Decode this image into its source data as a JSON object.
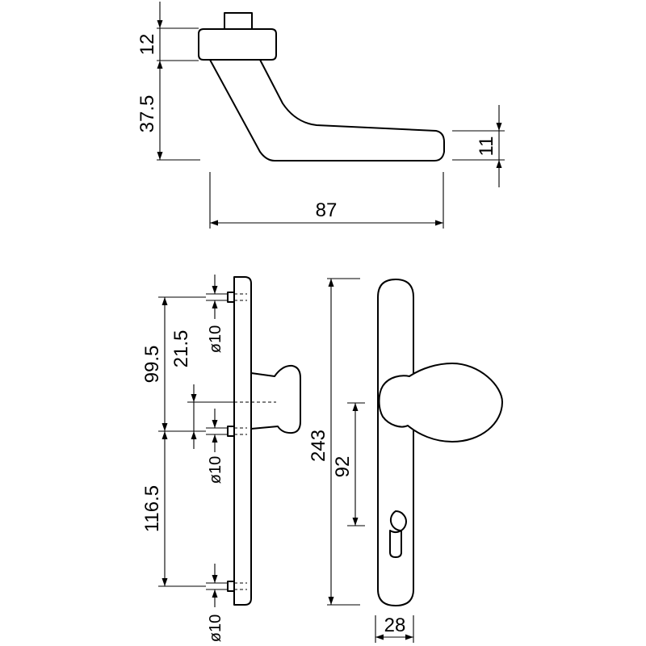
{
  "dimensions": {
    "rose_height": "12",
    "lever_height": "37.5",
    "lever_end_height": "11",
    "lever_length": "87",
    "hole_spacing_top": "99.5",
    "spindle_offset": "21.5",
    "hole_spacing_bottom": "116.5",
    "hole_diameter_1": "ø10",
    "hole_diameter_2": "ø10",
    "hole_diameter_3": "ø10",
    "plate_height": "243",
    "spindle_to_cylinder": "92",
    "plate_width": "28"
  }
}
